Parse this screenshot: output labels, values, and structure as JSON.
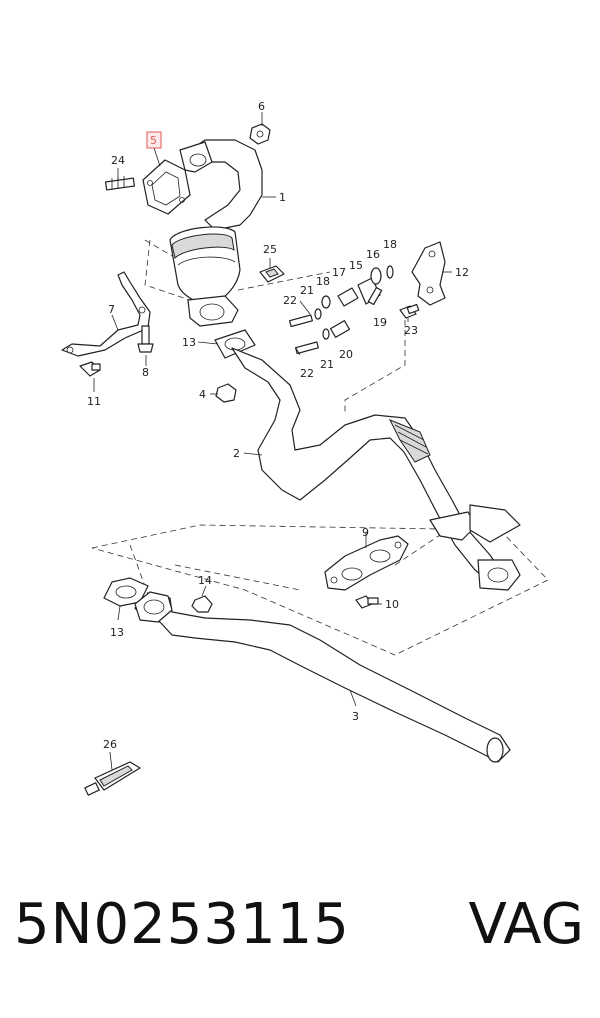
{
  "footer": {
    "part_number": "5N0253115",
    "brand": "VAG"
  },
  "callouts": {
    "c1": "1",
    "c2": "2",
    "c3": "3",
    "c4": "4",
    "c5": "5",
    "c6": "6",
    "c7": "7",
    "c8": "8",
    "c9": "9",
    "c10": "10",
    "c11": "11",
    "c12": "12",
    "c13a": "13",
    "c13b": "13",
    "c14": "14",
    "c15": "15",
    "c16": "16",
    "c17": "17",
    "c18a": "18",
    "c18b": "18",
    "c19": "19",
    "c20": "20",
    "c21a": "21",
    "c21b": "21",
    "c22a": "22",
    "c22b": "22",
    "c23": "23",
    "c24": "24",
    "c25": "25",
    "c26": "26"
  },
  "highlighted_callout": "5",
  "highlight_color": "#e05a5a"
}
